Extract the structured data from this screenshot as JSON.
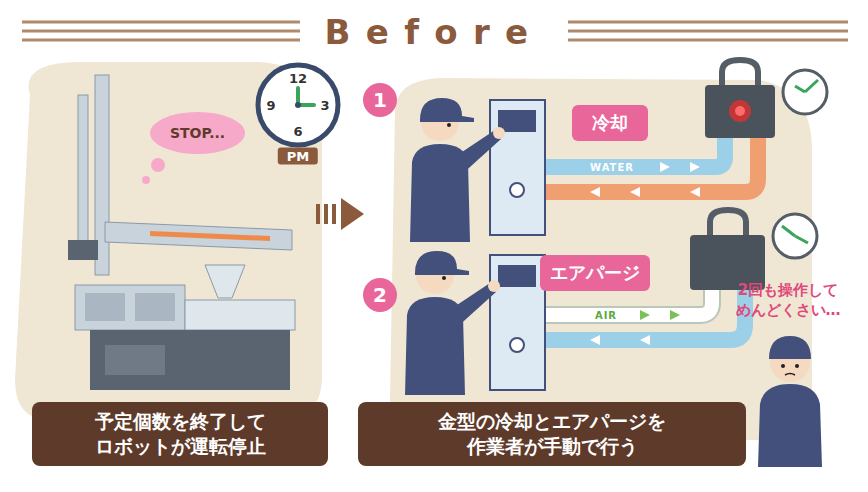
{
  "diagram": {
    "title": "Before",
    "nodes": [
      {
        "text": [
          "STOP..."
        ]
      },
      {
        "text": [
          "予定個数を終了して ロボットが運転停止"
        ]
      },
      {
        "text": [
          "1"
        ]
      },
      {
        "text": [
          "冷却"
        ]
      },
      {
        "text": [
          "2"
        ]
      },
      {
        "text": [
          "エアパージ"
        ]
      },
      {
        "text": [
          "金型の冷却とエアパージを 作業者が手動で行う"
        ]
      }
    ],
    "labels": [
      "12",
      "3",
      "6",
      "9",
      "PM",
      "WATER",
      "AIR",
      "2回も操作して めんどくさい…"
    ]
  }
}
